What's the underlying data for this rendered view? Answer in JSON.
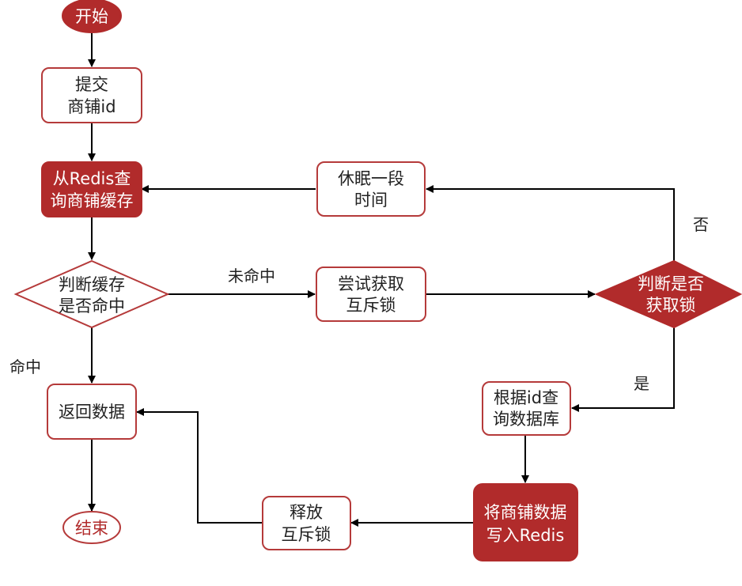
{
  "colors": {
    "accent": "#b12b2b",
    "outline": "#b53a3a",
    "line": "#000000",
    "label": "#222222"
  },
  "nodes": {
    "start": "开始",
    "submit": [
      "提交",
      "商铺id"
    ],
    "query_cache": [
      "从Redis查",
      "询商铺缓存"
    ],
    "check_hit": [
      "判断缓存",
      "是否命中"
    ],
    "try_lock": [
      "尝试获取",
      "互斥锁"
    ],
    "check_lock": [
      "判断是否",
      "获取锁"
    ],
    "sleep": [
      "休眠一段",
      "时间"
    ],
    "return_data": "返回数据",
    "query_db": [
      "根据id查",
      "询数据库"
    ],
    "write_redis": [
      "将商铺数据",
      "写入Redis"
    ],
    "release_lock": [
      "释放",
      "互斥锁"
    ],
    "end": "结束"
  },
  "edge_labels": {
    "miss": "未命中",
    "hit": "命中",
    "no": "否",
    "yes": "是"
  }
}
